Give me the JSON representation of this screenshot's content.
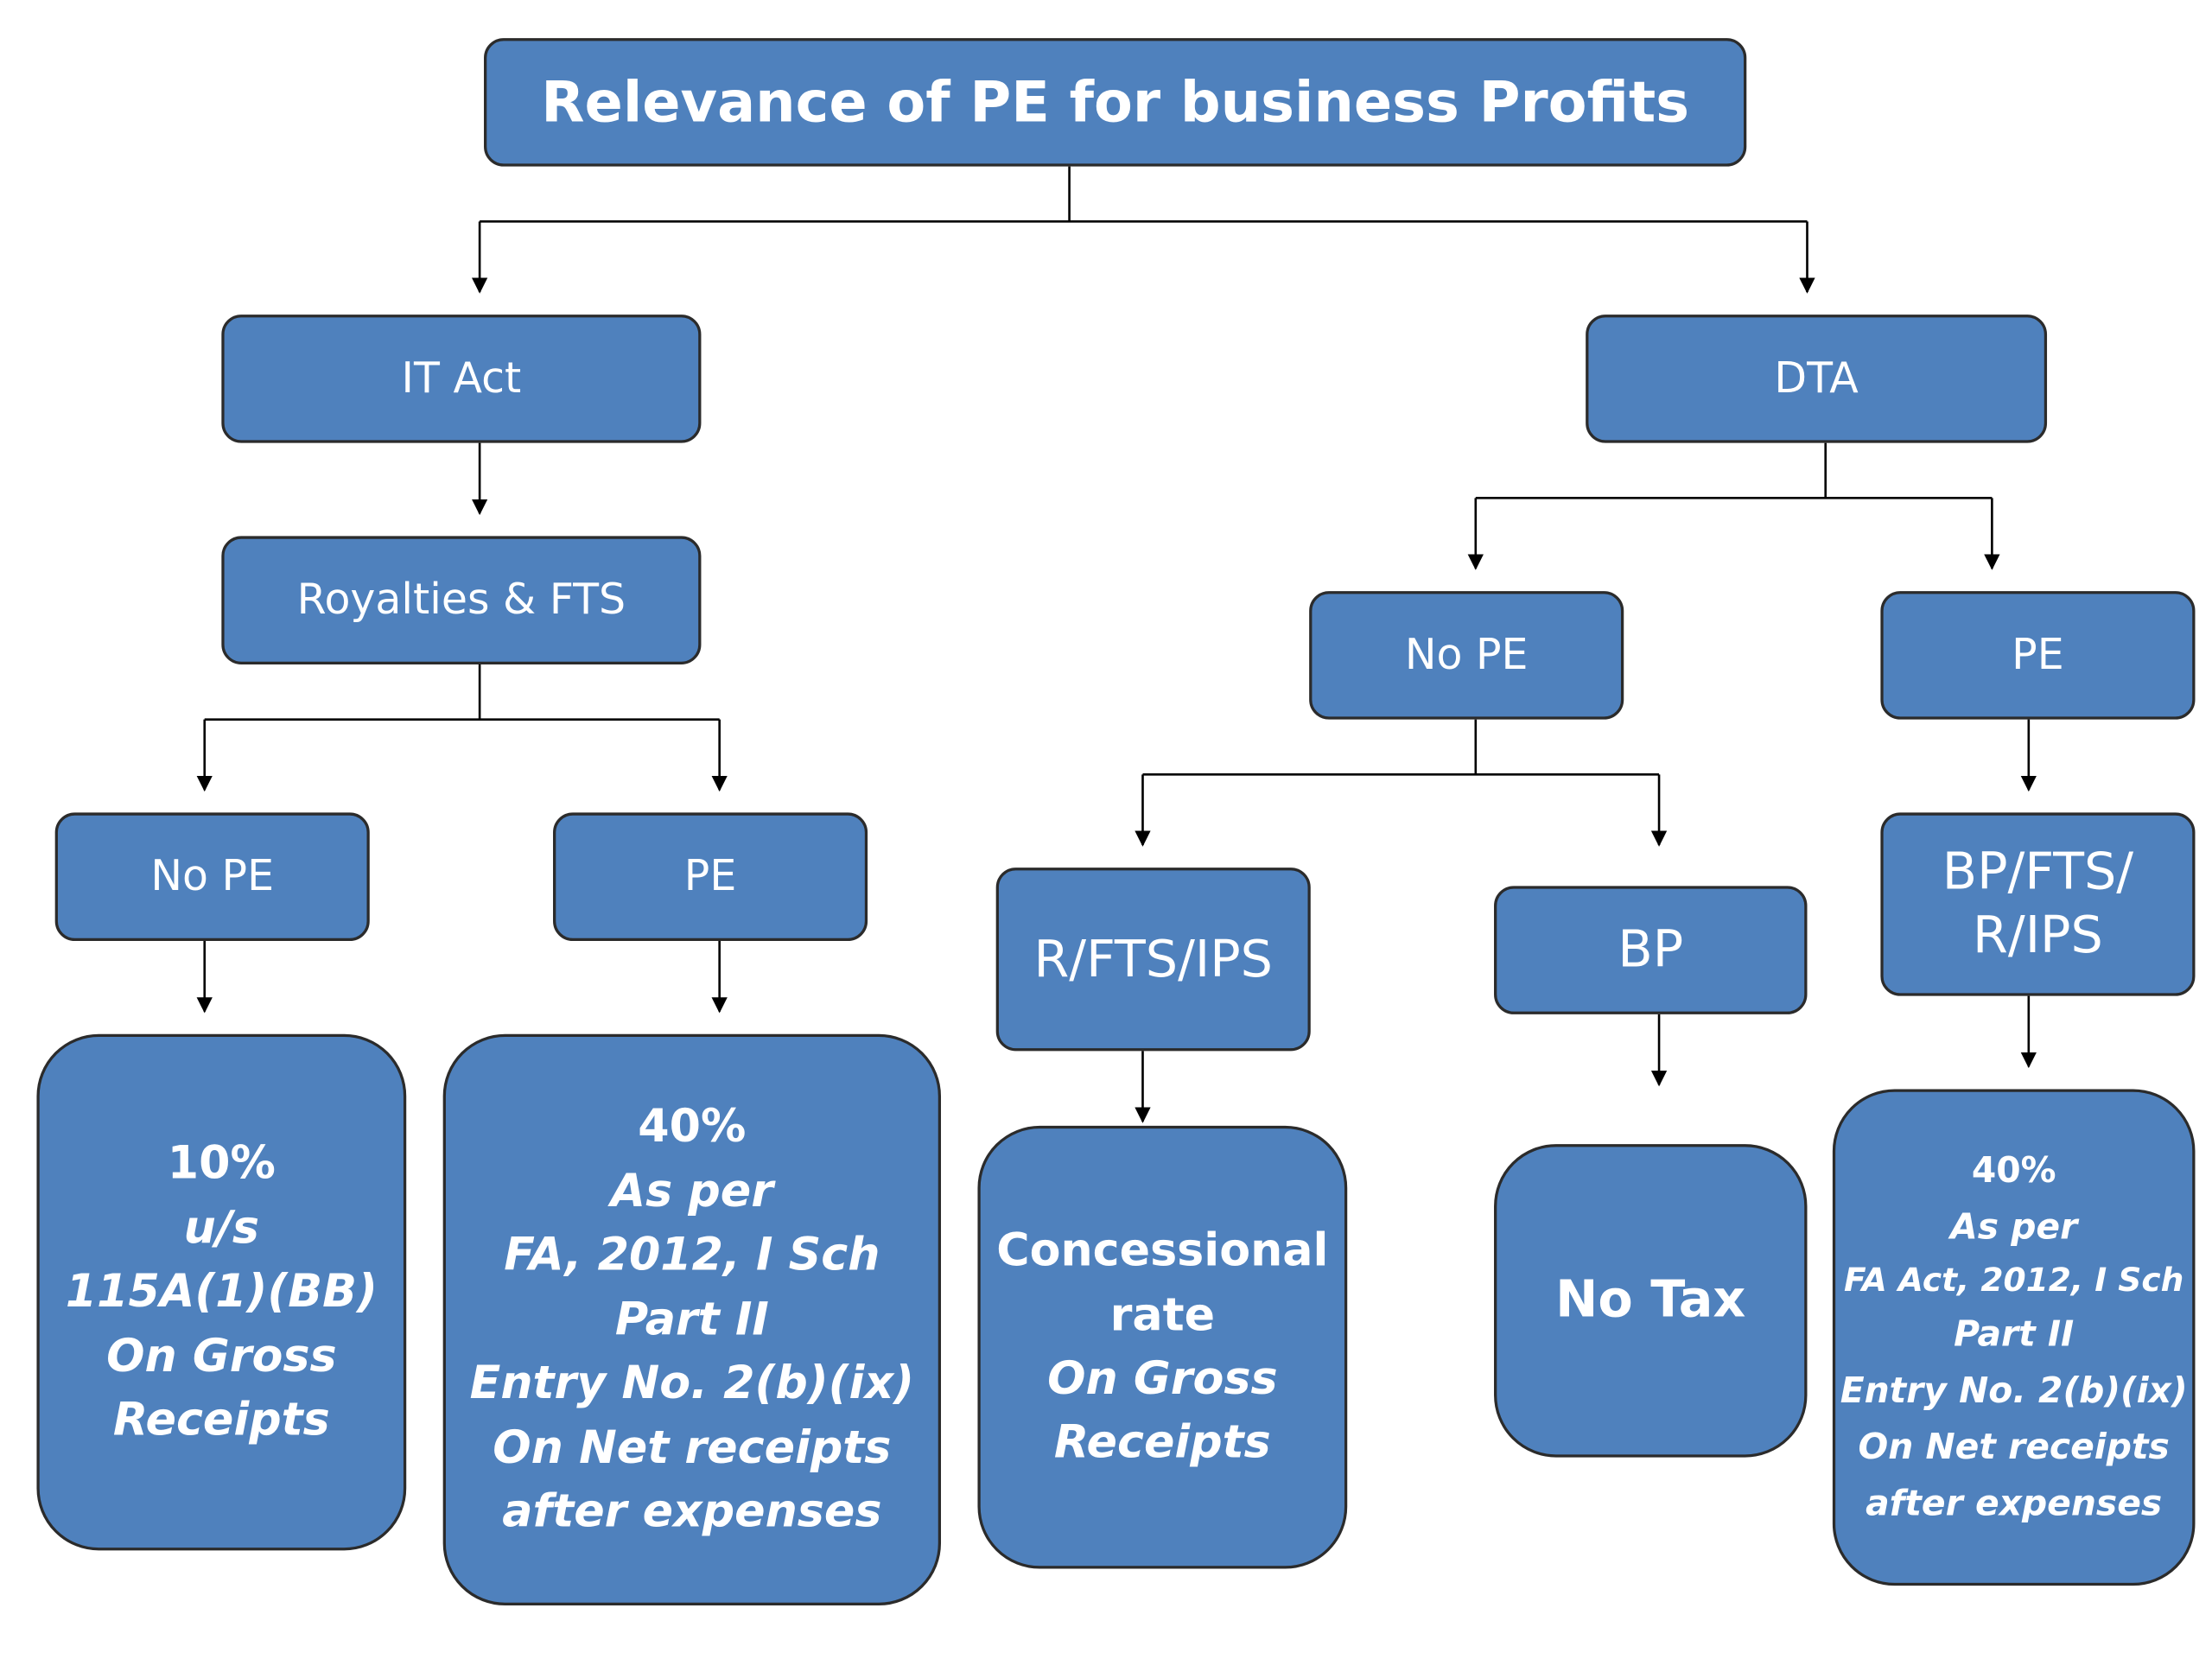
{
  "title": "Relevance of PE for business Profits",
  "colors": {
    "box_fill": "#4f81bd",
    "box_border": "#2b2b2b",
    "text": "#ffffff",
    "connector": "#000000"
  },
  "it_act": {
    "label": "IT Act",
    "royalties": "Royalties & FTS",
    "no_pe": {
      "label": "No PE",
      "result": [
        "10%",
        "u/s",
        "115A(1)(BB)",
        "On Gross",
        "Receipts"
      ]
    },
    "pe": {
      "label": "PE",
      "result": [
        "40%",
        "As per",
        "FA, 2012, I Sch",
        "Part II",
        "Entry No. 2(b)(ix)",
        "On Net receipts",
        "after expenses"
      ]
    }
  },
  "dta": {
    "label": "DTA",
    "no_pe": {
      "label": "No PE",
      "r_fts_ips": {
        "label": "R/FTS/IPS",
        "result": [
          "Concessional",
          "rate",
          "On Gross",
          "Receipts"
        ]
      },
      "bp": {
        "label": "BP",
        "result": [
          "No Tax"
        ]
      }
    },
    "pe": {
      "label": "PE",
      "bp_fts": {
        "label": [
          "BP/FTS/",
          "R/IPS"
        ]
      },
      "result": [
        "40%",
        "As per",
        "FA Act, 2012, I Sch",
        "Part II",
        "Entry No. 2(b)(ix)",
        "On Net receipts",
        "after expenses"
      ]
    }
  }
}
